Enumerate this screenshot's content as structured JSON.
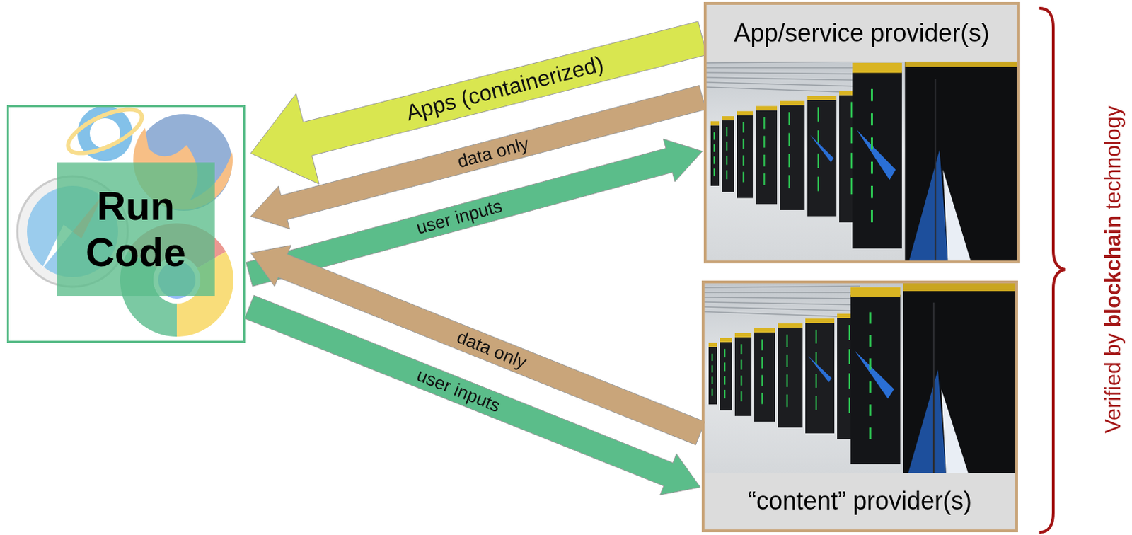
{
  "diagram": {
    "nodes": [
      {
        "text": [
          "Run Code"
        ]
      },
      {
        "text": [
          "App/service provider(s)"
        ]
      },
      {
        "text": [
          "“content” provider(s)"
        ]
      }
    ],
    "edges": [
      {
        "from": 1,
        "to": 0,
        "arrow": "to",
        "label": "Apps (containerized)"
      },
      {
        "from": 1,
        "to": 0,
        "arrow": "to",
        "label": "data only"
      },
      {
        "from": 0,
        "to": 1,
        "arrow": "to",
        "label": "user inputs"
      },
      {
        "from": 2,
        "to": 0,
        "arrow": "to",
        "label": "data only"
      },
      {
        "from": 0,
        "to": 2,
        "arrow": "to",
        "label": "user inputs"
      }
    ],
    "labels": [
      "Verified by",
      "blockchain",
      "technology"
    ]
  }
}
